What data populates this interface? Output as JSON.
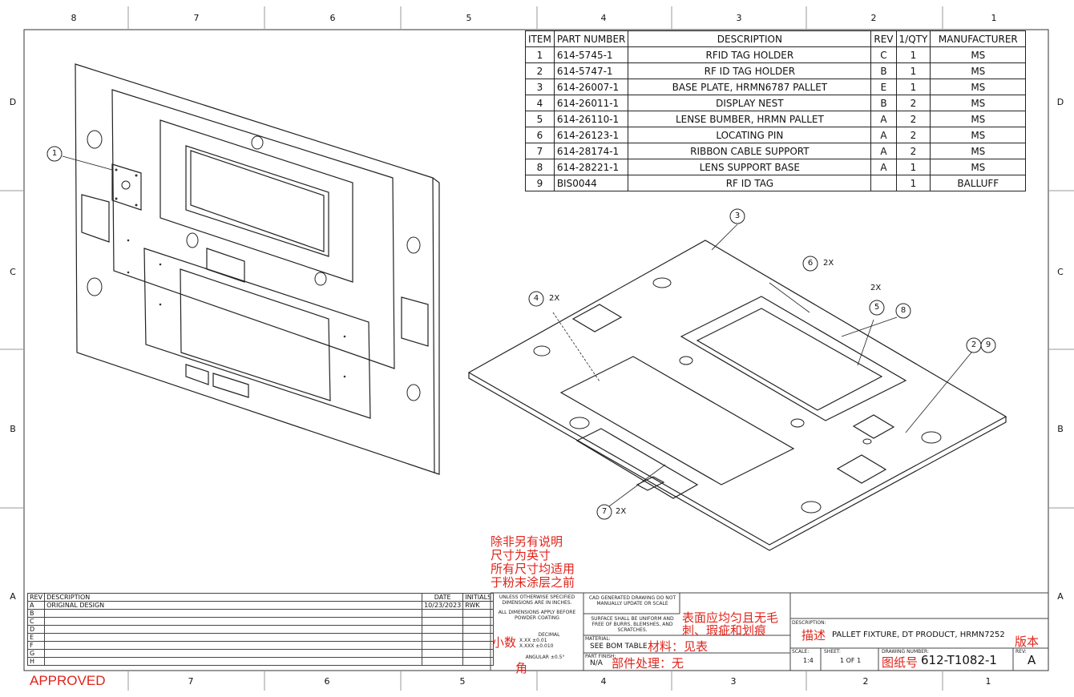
{
  "zones": {
    "columns": [
      "8",
      "7",
      "6",
      "5",
      "4",
      "3",
      "2",
      "1"
    ],
    "rows": [
      "D",
      "C",
      "B",
      "A"
    ]
  },
  "bom": {
    "headers": [
      "ITEM",
      "PART NUMBER",
      "DESCRIPTION",
      "REV",
      "1/QTY",
      "MANUFACTURER"
    ],
    "rows": [
      [
        "1",
        "614-5745-1",
        "RFID TAG HOLDER",
        "C",
        "1",
        "MS"
      ],
      [
        "2",
        "614-5747-1",
        "RF ID TAG HOLDER",
        "B",
        "1",
        "MS"
      ],
      [
        "3",
        "614-26007-1",
        "BASE PLATE, HRMN6787 PALLET",
        "E",
        "1",
        "MS"
      ],
      [
        "4",
        "614-26011-1",
        "DISPLAY NEST",
        "B",
        "2",
        "MS"
      ],
      [
        "5",
        "614-26110-1",
        "LENSE BUMBER, HRMN PALLET",
        "A",
        "2",
        "MS"
      ],
      [
        "6",
        "614-26123-1",
        "LOCATING PIN",
        "A",
        "2",
        "MS"
      ],
      [
        "7",
        "614-28174-1",
        "RIBBON CABLE SUPPORT",
        "A",
        "2",
        "MS"
      ],
      [
        "8",
        "614-28221-1",
        "LENS SUPPORT BASE",
        "A",
        "1",
        "MS"
      ],
      [
        "9",
        "BIS0044",
        "RF ID TAG",
        "",
        "1",
        "BALLUFF"
      ]
    ]
  },
  "balloons": {
    "b1": "1",
    "b2": "2",
    "b3": "3",
    "b4": "4",
    "b5": "5",
    "b6": "6",
    "b7": "7",
    "b8": "8",
    "b9": "9",
    "qty_4": "2X",
    "qty_6": "2X",
    "qty_58": "2X",
    "qty_7": "2X"
  },
  "notes_cn": [
    "除非另有说明",
    "尺寸为英寸",
    "所有尺寸均适用",
    "于粉末涂层之前"
  ],
  "revision": {
    "headers": [
      "REV",
      "DESCRIPTION",
      "DATE",
      "INITIALS"
    ],
    "rows": [
      [
        "A",
        "ORIGINAL DESIGN",
        "10/23/2023",
        "RWK"
      ],
      [
        "B",
        "",
        "",
        ""
      ],
      [
        "C",
        "",
        "",
        ""
      ],
      [
        "D",
        "",
        "",
        ""
      ],
      [
        "E",
        "",
        "",
        ""
      ],
      [
        "F",
        "",
        "",
        ""
      ],
      [
        "G",
        "",
        "",
        ""
      ],
      [
        "H",
        "",
        "",
        ""
      ]
    ]
  },
  "title_block": {
    "unless": "UNLESS OTHERWISE SPECIFIED DIMENSIONS ARE IN INCHES.",
    "all_dims": "ALL DIMENSIONS APPLY BEFORE POWDER COATING",
    "decimal_label": "DECIMAL",
    "decimal_xx": "X.XX ±0.01",
    "decimal_xxx": "X.XXX ±0.010",
    "decimal_cn": "小数",
    "angular": "ANGULAR ±0.5°",
    "angular_cn": "角",
    "cad_note": "CAD GENERATED DRAWING DO NOT MANUALLY UPDATE OR SCALE",
    "surface_note": "SURFACE SHALL BE UNIFORM AND FREE OF BURRS, BLEMSHES, AND SCRATCHES.",
    "surface_cn_1": "表面应均匀且无毛",
    "surface_cn_2": "刺、瑕疵和划痕",
    "material_label": "MATERIAL:",
    "material_value": "SEE BOM TABLE",
    "material_cn": "材料：见表",
    "finish_label": "PART FINISH:",
    "finish_value": "N/A",
    "finish_cn": "部件处理：无",
    "description_label": "DESCRIPTION:",
    "description_cn": "描述",
    "description_value": "PALLET FIXTURE, DT PRODUCT, HRMN7252",
    "scale_label": "SCALE:",
    "scale_value": "1:4",
    "sheet_label": "SHEET:",
    "sheet_value": "1 OF 1",
    "drawing_label": "DRAWING NUMBER:",
    "drawing_cn": "图纸号",
    "drawing_value": "612-T1082-1",
    "rev_label": "REV:",
    "rev_cn": "版本",
    "rev_value": "A"
  },
  "approved": "APPROVED",
  "colors": {
    "stamp": "#e0231b",
    "line": "#222222"
  }
}
